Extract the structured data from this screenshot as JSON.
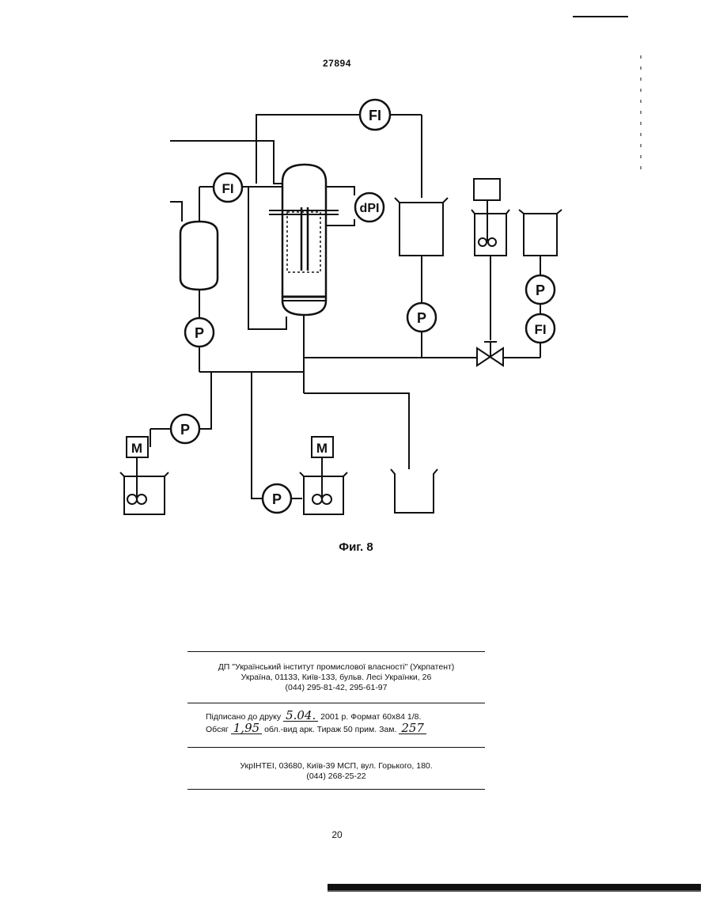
{
  "header": {
    "page_number": "27894"
  },
  "diagram": {
    "labels": {
      "fi_top": "FI",
      "fi_left": "FI",
      "dpi": "dPI",
      "fi_right": "FI",
      "p_right_top": "P",
      "p_center": "P",
      "p_left_col": "P",
      "p_left_low": "P",
      "p_bottom": "P",
      "m_left": "M",
      "m_center": "M"
    }
  },
  "figure": {
    "caption": "Фиг. 8"
  },
  "imprint": {
    "publisher_line1": "ДП \"Український інститут промислової власності\" (Укрпатент)",
    "publisher_line2": "Україна, 01133, Київ-133, бульв. Лесі Українки, 26",
    "publisher_line3": "(044) 295-81-42, 295-61-97",
    "signed_prefix": "Підписано до друку",
    "signed_date": "5.04.",
    "signed_suffix": "2001 р. Формат 60х84 1/8.",
    "volume_prefix": "Обсяг",
    "volume_value": "1,95",
    "volume_suffix": "обл.-вид арк. Тираж 50 прим. Зам.",
    "order_number": "257",
    "printer_line1": "УкрІНТЕІ, 03680, Київ-39 МСП, вул. Горького, 180.",
    "printer_line2": "(044) 268-25-22"
  },
  "footer": {
    "page_number": "20"
  }
}
